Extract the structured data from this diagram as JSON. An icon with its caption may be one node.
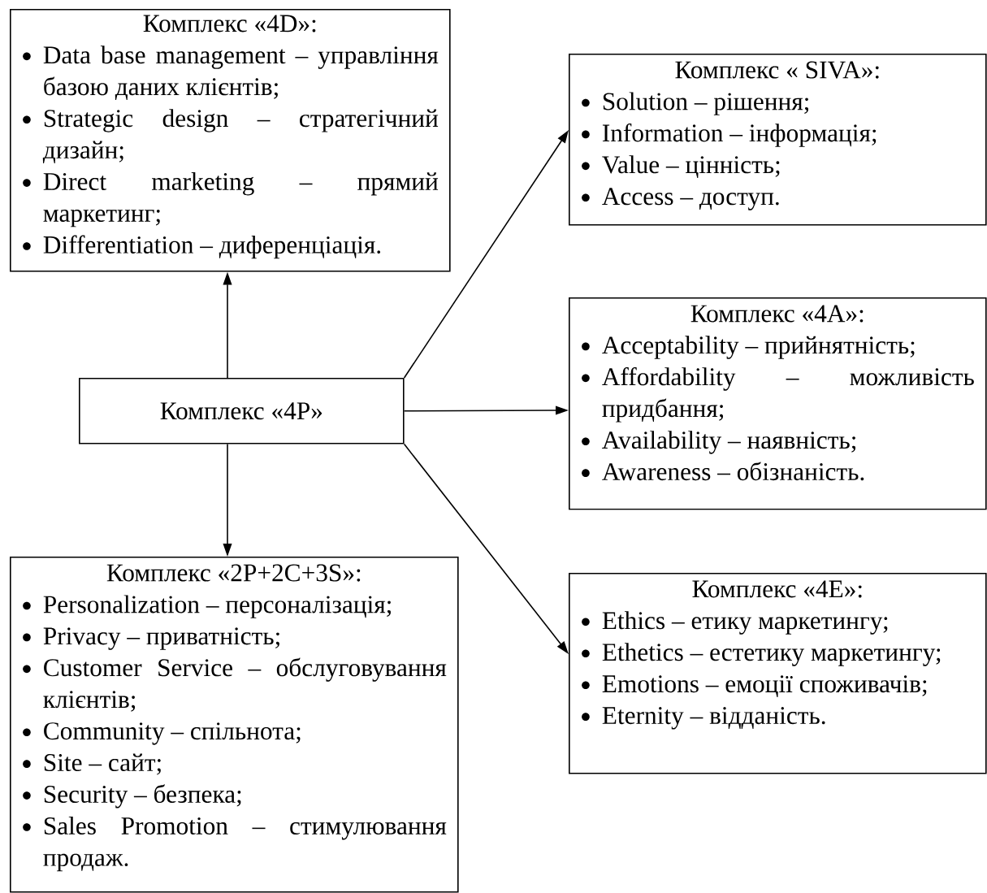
{
  "diagram": {
    "nodes": [
      {
        "text": [
          "Комплекс «4D»:",
          "Data base management – управління базою даних клієнтів;",
          "Strategic design – стратегічний дизайн;",
          "Direct marketing – прямий маркетинг;",
          "Differentiation – диференціація."
        ]
      },
      {
        "text": [
          "Комплекс « SIVA»:",
          "Solution – рішення;",
          "Information – інформація;",
          "Value – цінність;",
          "Access – доступ."
        ]
      },
      {
        "text": [
          "Комплекс «4A»:",
          "Acceptability – прийнятність;",
          "Affordability – можливість придбання;",
          "Availability – наявність;",
          "Awareness – обізнаність."
        ]
      },
      {
        "text": [
          "Комплекс «4P»"
        ]
      },
      {
        "text": [
          "Комплекс «2P+2C+3S»:",
          "Personalization – персоналізація;",
          "Privacy – приватність;",
          "Customer Service – обслуговування клієнтів;",
          "Community – спільнота;",
          "Site – сайт;",
          "Security – безпека;",
          "Sales Promotion – стимулювання продаж."
        ]
      },
      {
        "text": [
          "Комплекс «4E»:",
          "Ethics – етику маркетингу;",
          "Ethetics – естетику маркетингу;",
          "Emotions – емоції споживачів;",
          "Eternity – відданість."
        ]
      }
    ],
    "edges": [
      {
        "from": 3,
        "to": 0,
        "arrow": "to"
      },
      {
        "from": 3,
        "to": 1,
        "arrow": "to"
      },
      {
        "from": 3,
        "to": 2,
        "arrow": "to"
      },
      {
        "from": 3,
        "to": 5,
        "arrow": "to"
      },
      {
        "from": 3,
        "to": 4,
        "arrow": "to"
      }
    ]
  }
}
